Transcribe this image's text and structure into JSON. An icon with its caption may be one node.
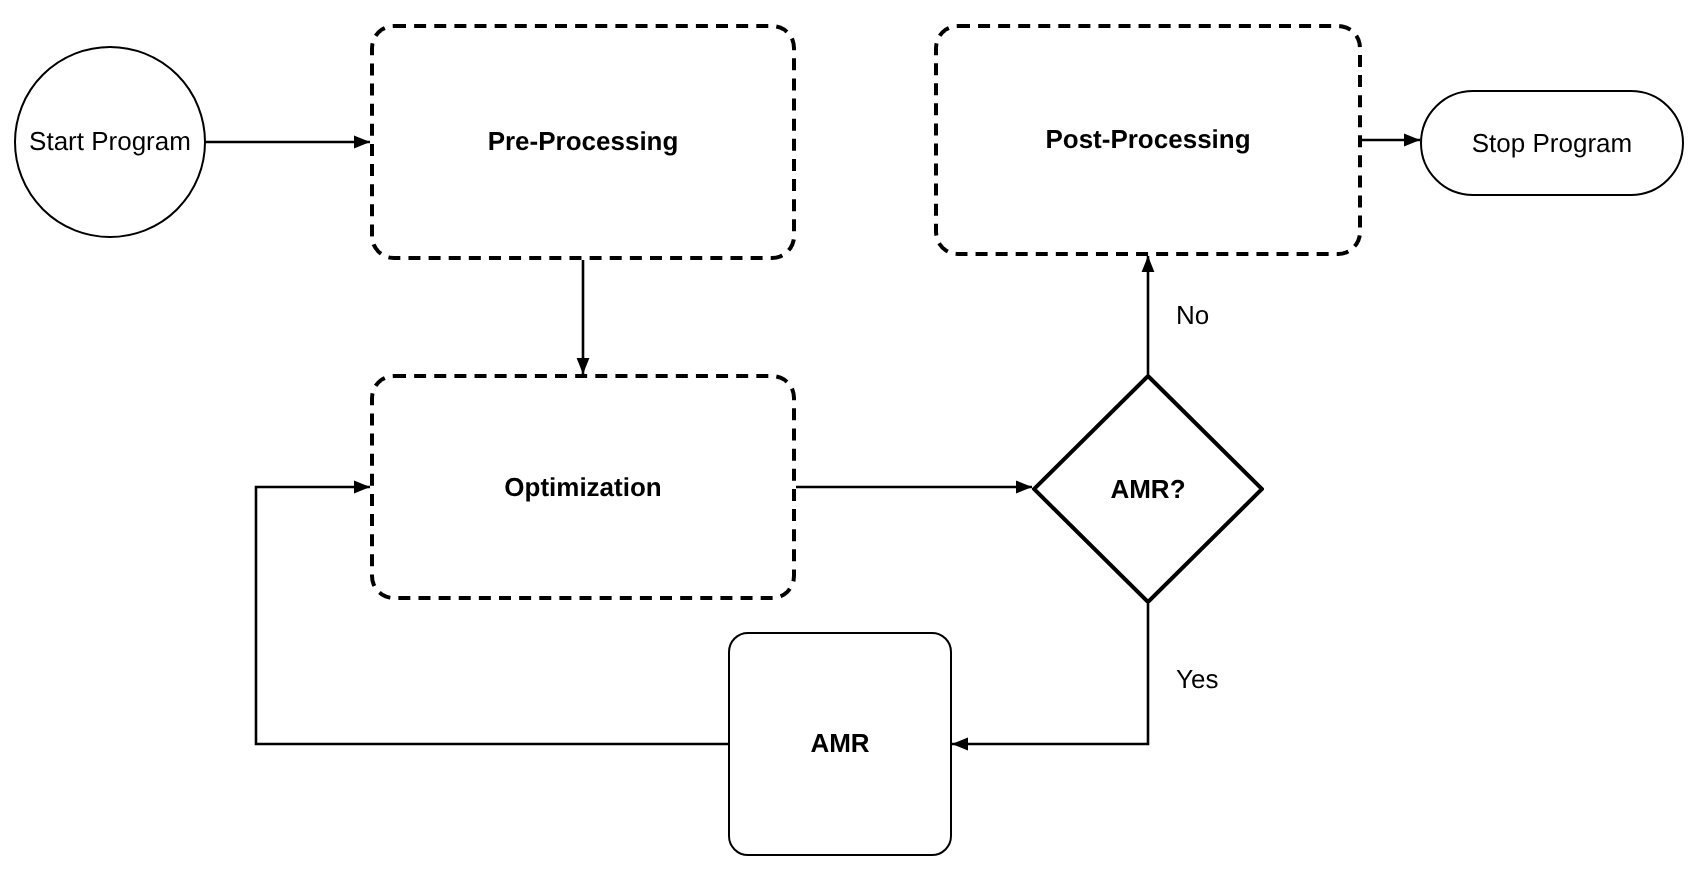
{
  "diagram": {
    "nodes": [
      {
        "text": [
          "Start Program"
        ]
      },
      {
        "text": [
          "Pre-Processing"
        ]
      },
      {
        "text": [
          "Post-Processing"
        ]
      },
      {
        "text": [
          "Stop Program"
        ]
      },
      {
        "text": [
          "Optimization"
        ]
      },
      {
        "text": [
          "AMR?"
        ]
      },
      {
        "text": [
          "AMR"
        ]
      }
    ],
    "edges": [
      {
        "from": 0,
        "to": 1,
        "arrow": "to"
      },
      {
        "from": 1,
        "to": 4,
        "arrow": "to"
      },
      {
        "from": 2,
        "to": 3,
        "arrow": "to"
      },
      {
        "from": 4,
        "to": 5,
        "arrow": "to"
      },
      {
        "from": 5,
        "to": 2,
        "arrow": "to",
        "label": "No"
      },
      {
        "from": 5,
        "to": 6,
        "arrow": "to",
        "label": "Yes"
      },
      {
        "from": 6,
        "to": 4,
        "arrow": "to"
      }
    ]
  }
}
